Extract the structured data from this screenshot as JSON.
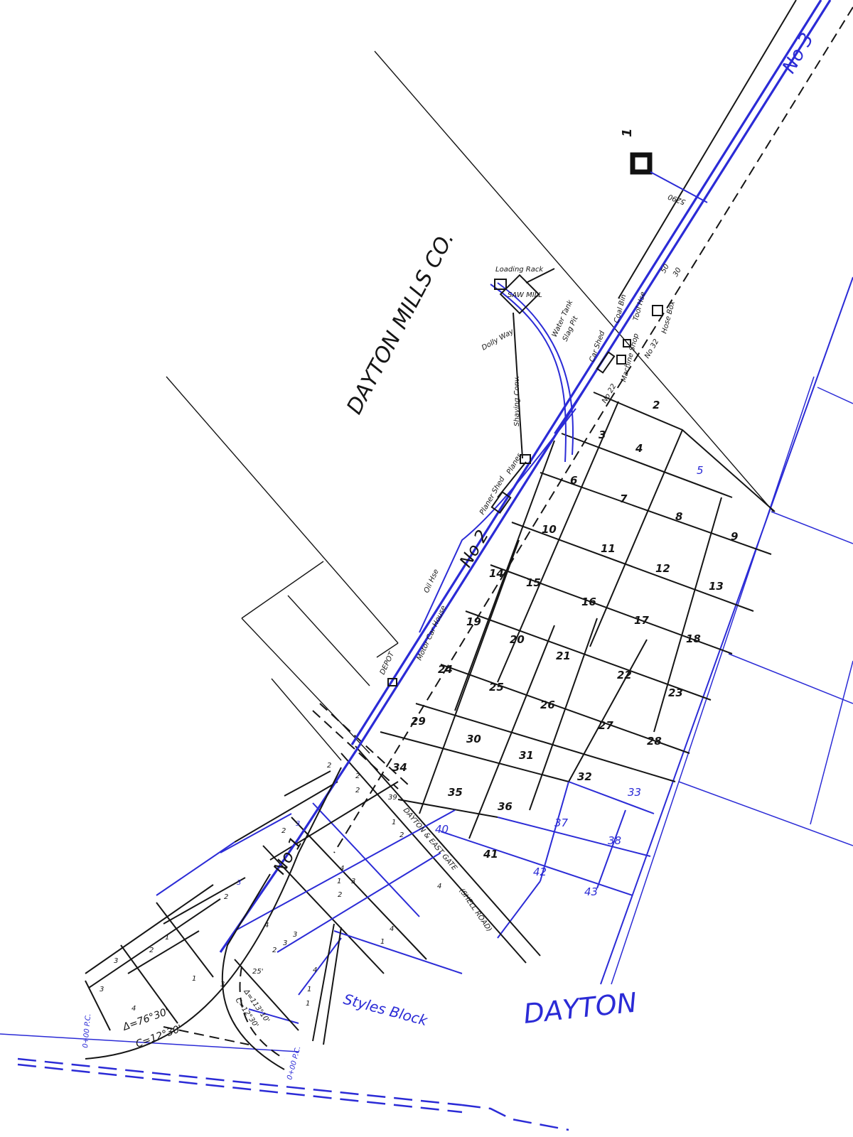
{
  "colors": {
    "ink": "#151515",
    "blue": "#2b2bd6",
    "background": "#ffffff"
  },
  "title": "DAYTON MILLS CO.",
  "town": "DAYTON",
  "styles_block": "Styles Block",
  "road": {
    "name": "DAYTON & EAST GATE",
    "note": "(SHELL ROAD)"
  },
  "tracks": {
    "no1": "No 1",
    "no2": "No 2",
    "no3": "No 3",
    "no22": "No 22",
    "no32": "No 32"
  },
  "buildings": {
    "loading_rack": "Loading Rack",
    "saw_mill": "SAW MILL",
    "dolly_way": "Dolly Way",
    "water_tank": "Water Tank",
    "slag_pit": "Slag Pit",
    "shaving_conv": "Shaving Conv.",
    "planer_shed": "Planer Shed",
    "planer": "Planer",
    "coal_bin": "Coal Bin",
    "tool_hse": "Tool Hse",
    "car_shed": "Car Shed",
    "machine_shop": "Machine Shop",
    "hose_box": "Hose Box",
    "oil_hse": "Oil Hse",
    "motor_car_house": "Motor Car House",
    "depot": "DEPOT"
  },
  "annotations": {
    "marker_1": "1",
    "dist_5290": "5290",
    "mark_50": "50",
    "mark_30": "30",
    "curve1_delta": "Δ=76°30'",
    "curve1_c": "C=12°30'",
    "curve2_delta": "Δ=113°10'",
    "curve2_c": "C=12°30'",
    "pc_left": "0+00 P.C.",
    "pc_right": "0+00 P.C.",
    "dist_25": "25'"
  },
  "lots": [
    "2",
    "3",
    "4",
    "5",
    "6",
    "7",
    "8",
    "9",
    "10",
    "11",
    "12",
    "13",
    "14",
    "15",
    "16",
    "17",
    "18",
    "19",
    "20",
    "21",
    "22",
    "23",
    "24",
    "25",
    "26",
    "27",
    "28",
    "29",
    "30",
    "31",
    "32",
    "33",
    "34",
    "35",
    "36",
    "37",
    "38",
    "39",
    "40",
    "41",
    "42",
    "43"
  ],
  "small_lot_numbers": [
    "3",
    "2",
    "2",
    "3",
    "1",
    "2",
    "4",
    "3",
    "2",
    "4",
    "1",
    "2",
    "3",
    "4",
    "1",
    "2",
    "3",
    "1",
    "2",
    "4",
    "1",
    "4",
    "3",
    "1",
    "2",
    "3",
    "1",
    "2",
    "4",
    "3"
  ]
}
